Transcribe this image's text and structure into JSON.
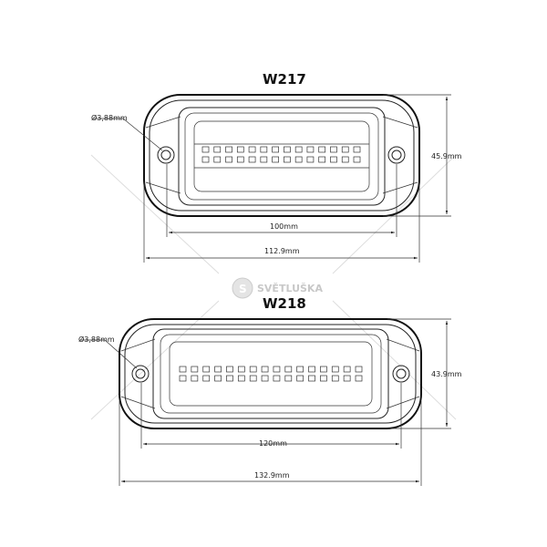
{
  "watermark": {
    "brand": "SVĚTLUŠKA",
    "color": "#c8c8c8"
  },
  "drawings": [
    {
      "title": "W217",
      "hole_label": "Ø3,88mm",
      "hole_spacing_label": "100mm",
      "width_label": "112.9mm",
      "height_label": "45.9mm",
      "led_columns": 14,
      "led_rows": 2
    },
    {
      "title": "W218",
      "hole_label": "Ø3,88mm",
      "hole_spacing_label": "120mm",
      "width_label": "132.9mm",
      "height_label": "43.9mm",
      "led_columns": 16,
      "led_rows": 2
    }
  ]
}
